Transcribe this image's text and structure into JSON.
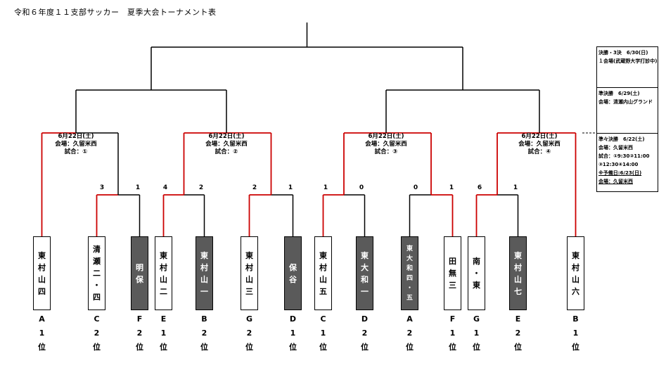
{
  "title": "令和６年度１１支部サッカー　夏季大会トーナメント表",
  "teams": [
    {
      "name": "東\n村\n山\n四",
      "dark": false
    },
    {
      "name": "清\n瀬\n二\n・\n四",
      "dark": false
    },
    {
      "name": "明\n保",
      "dark": true
    },
    {
      "name": "東\n村\n山\n二",
      "dark": false
    },
    {
      "name": "東\n村\n山\n一",
      "dark": true
    },
    {
      "name": "東\n村\n山\n三",
      "dark": false
    },
    {
      "name": "保\n谷",
      "dark": true
    },
    {
      "name": "東\n村\n山\n五",
      "dark": false
    },
    {
      "name": "東\n大\n和\n一",
      "dark": true
    },
    {
      "name": "東\n大\n和\n四\n・\n五",
      "dark": true
    },
    {
      "name": "田\n無\n三",
      "dark": false
    },
    {
      "name": "南\n・\n東",
      "dark": false
    },
    {
      "name": "東\n村\n山\n七",
      "dark": true
    },
    {
      "name": "東\n村\n山\n六",
      "dark": false
    }
  ],
  "ranks": [
    "A\n1\n位",
    "C\n2\n位",
    "F\n2\n位",
    "E\n1\n位",
    "B\n2\n位",
    "G\n2\n位",
    "D\n1\n位",
    "C\n1\n位",
    "D\n2\n位",
    "A\n2\n位",
    "F\n1\n位",
    "G\n1\n位",
    "E\n2\n位",
    "B\n1\n位"
  ],
  "scores": [
    "3",
    "1",
    "4",
    "2",
    "2",
    "1",
    "1",
    "0",
    "0",
    "1",
    "6",
    "1"
  ],
  "matches": [
    {
      "date": "6月22日(土)",
      "venue": "会場：久留米西",
      "game": "試合：①"
    },
    {
      "date": "6月22日(土)",
      "venue": "会場：久留米西",
      "game": "試合：②"
    },
    {
      "date": "6月22日(土)",
      "venue": "会場：久留米西",
      "game": "試合：③"
    },
    {
      "date": "6月22日(土)",
      "venue": "会場：久留米西",
      "game": "試合：④"
    }
  ],
  "info": {
    "final_line1": "決勝・3決　6/30(日)",
    "final_line2": "１会場(武蔵野大学打診中)",
    "semi_line1": "準決勝　6/29(土)",
    "semi_line2": "会場：清瀬内山グランド",
    "qf_line1": "準々決勝　6/22(土)",
    "qf_line2": "会場：久留米西",
    "qf_line3": "試合：①9:30②11:00",
    "qf_line4": "③12:30④14:00",
    "qf_line5": "※予備日:6/23(日)",
    "qf_line6": "会場：久留米西"
  },
  "colors": {
    "advance": "#cc0000",
    "line": "#000000",
    "dark_team": "#5a5a5a"
  }
}
